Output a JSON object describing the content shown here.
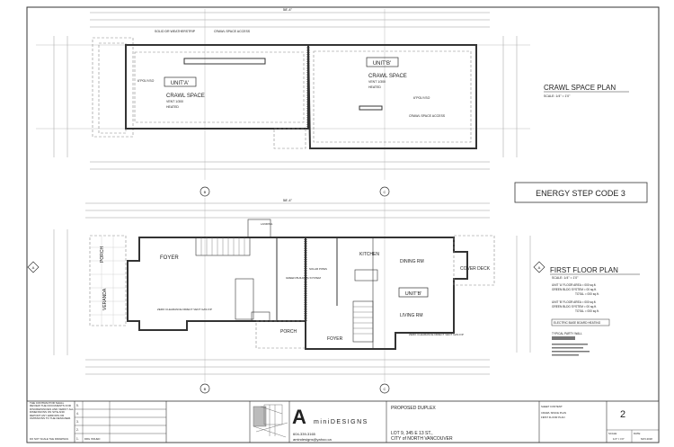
{
  "crawl_space_plan": {
    "title": "CRAWL SPACE PLAN",
    "scale": "SCALE: 1/4\" = 1'0\"",
    "unit_a": {
      "tag": "UNIT'A'",
      "room": "CRAWL SPACE",
      "note1": "VENT 1/300",
      "note2": "HEATED",
      "poly": "6\"POLY/SO"
    },
    "unit_b": {
      "tag": "UNIT'B'",
      "room": "CRAWL SPACE",
      "note1": "VENT 1/300",
      "note2": "HEATED",
      "poly": "6\"POLY/SO",
      "access": "CRAWL SPACE ACCESS"
    },
    "access_note": "CRAWL SPACE ACCESS",
    "door_note": "SOLID DR WEATHERSTRIP",
    "overall_dim": "58'-4\""
  },
  "energy_label": "ENERGY STEP CODE 3",
  "first_floor_plan": {
    "title": "FIRST FLOOR PLAN",
    "scale": "SCALE: 1/4\" = 1'0\"",
    "area_notes": [
      "UNIT 'A' FLOOR AREA = 000 sq.ft.",
      "GREEN BLDG SYSTEM = 00 sq.ft.",
      "TOTAL = 000 sq.ft.",
      "UNIT 'B' FLOOR AREA = 000 sq.ft.",
      "GREEN BLDG SYSTEM = 00 sq.ft.",
      "TOTAL = 000 sq.ft."
    ],
    "heating_note": "ELECTRIC BASE BOARD HEATING",
    "wall_note": "TYPICAL PARTY WALL",
    "rooms": {
      "foyer_a": "FOYER",
      "porch_a": "PORCH",
      "veranda": "VERANDA",
      "porch_b": "PORCH",
      "foyer_b": "FOYER",
      "kitchen": "KITCHEN",
      "dining": "DINING RM",
      "living": "LIVING RM",
      "cover_deck": "COVER DECK",
      "unit_b": "UNIT'B'",
      "landing": "LANDING",
      "solar": "SOLAR PIPES",
      "green": "GREEN BUILDING SYSTEM",
      "fireplace_a": "ZERO CLEARANCE DIRECT VENT GAS F/P",
      "fireplace_b": "ZERO CLEARANCE DIRECT VENT GAS F/P"
    },
    "overall_dim": "58'-4\""
  },
  "markers": {
    "a": "A",
    "b": "B",
    "c": "C"
  },
  "title_block": {
    "notes": "THE CONTRACTOR SHALL REVIEW THE DOCUMENTS FOR DISCREPANCIES AND VERIFY ALL DIMENSIONS ON SITE AND REPORT ANY ERRORS OR OMISSIONS TO THE DESIGNER.",
    "do_not_scale": "DO NOT SCALE THE DRAWINGS",
    "revisions": [
      {
        "no": "5.",
        "desc": ""
      },
      {
        "no": "4.",
        "desc": ""
      },
      {
        "no": "3.",
        "desc": ""
      },
      {
        "no": "2.",
        "desc": ""
      },
      {
        "no": "1.",
        "desc": "DRG ISSUED"
      }
    ],
    "company_letter": "A",
    "company_name": "miniDESIGNS",
    "phone": "604-339-3165",
    "email": "amindesigns@yahoo.ca",
    "project": "PROPOSED DUPLEX",
    "address1": "LOT 9,  345 E 13 ST.,",
    "address2": "CITY of NORTH VANCOUVER",
    "sheet_content_label": "SHEET CONTENT:",
    "sheet_content": [
      "CRAWL SPACE PLAN",
      "FIRST FLOOR PLAN"
    ],
    "sheet_number": "2",
    "scale_label": "SCALE:",
    "scale": "1/4\" = 1'0\"",
    "date_label": "DATE:",
    "date": "NOV.2018"
  }
}
